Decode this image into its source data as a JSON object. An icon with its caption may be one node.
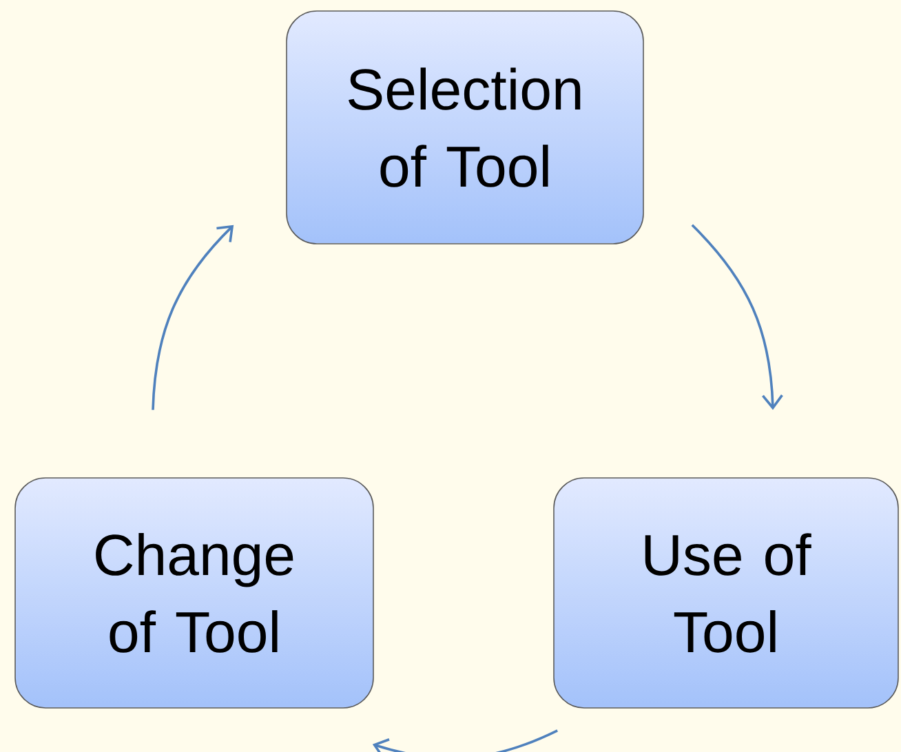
{
  "diagram": {
    "nodes": [
      {
        "text": [
          "Selection of Tool"
        ]
      },
      {
        "text": [
          "Use of Tool"
        ]
      },
      {
        "text": [
          "Change of Tool"
        ]
      }
    ],
    "edges": [
      {
        "from": 0,
        "to": 1,
        "arrow": "to"
      },
      {
        "from": 1,
        "to": 2,
        "arrow": "to"
      },
      {
        "from": 2,
        "to": 0,
        "arrow": "to"
      }
    ]
  }
}
